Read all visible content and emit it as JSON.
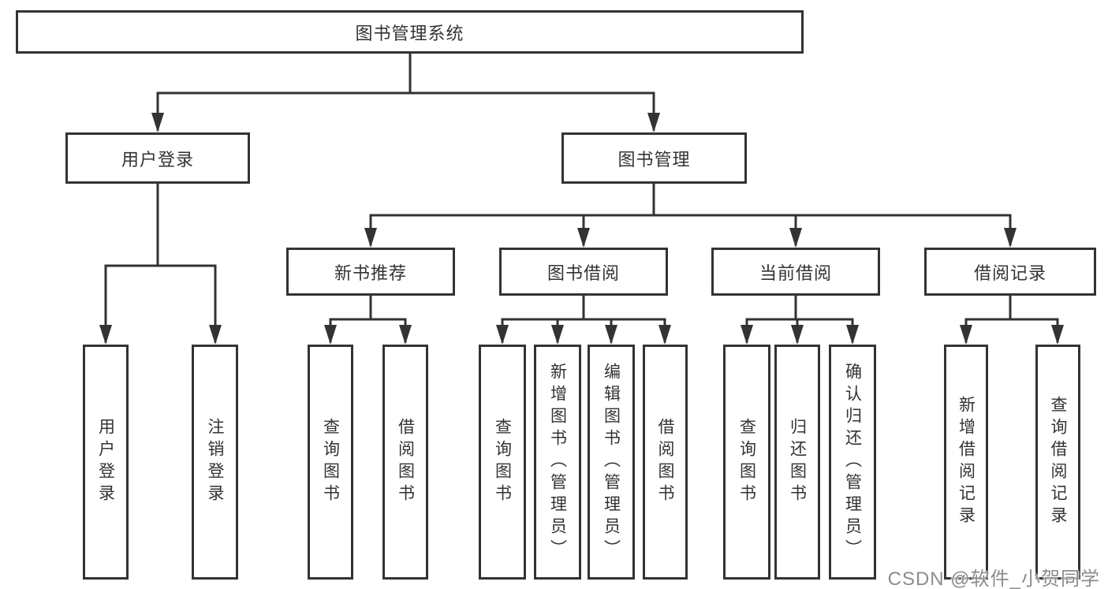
{
  "diagram": {
    "root": {
      "label": "图书管理系统"
    },
    "branches": {
      "user_login": {
        "label": "用户登录",
        "children": [
          {
            "label": "用户登录"
          },
          {
            "label": "注销登录"
          }
        ]
      },
      "book_management": {
        "label": "图书管理",
        "sections": [
          {
            "label": "新书推荐",
            "children": [
              {
                "label": "查询图书"
              },
              {
                "label": "借阅图书"
              }
            ]
          },
          {
            "label": "图书借阅",
            "children": [
              {
                "label": "查询图书"
              },
              {
                "label": "新增图书（管理员）"
              },
              {
                "label": "编辑图书（管理员）"
              },
              {
                "label": "借阅图书"
              }
            ]
          },
          {
            "label": "当前借阅",
            "children": [
              {
                "label": "查询图书"
              },
              {
                "label": "归还图书"
              },
              {
                "label": "确认归还（管理员）"
              }
            ]
          },
          {
            "label": "借阅记录",
            "children": [
              {
                "label": "新增借阅记录"
              },
              {
                "label": "查询借阅记录"
              }
            ]
          }
        ]
      }
    }
  },
  "watermark": {
    "text": "CSDN @软件_小贺同学",
    "color": "#8c8c8c"
  },
  "colors": {
    "line": "#333333",
    "node_border": "#333333",
    "node_fill": "#ffffff",
    "canvas": "#ffffff"
  }
}
